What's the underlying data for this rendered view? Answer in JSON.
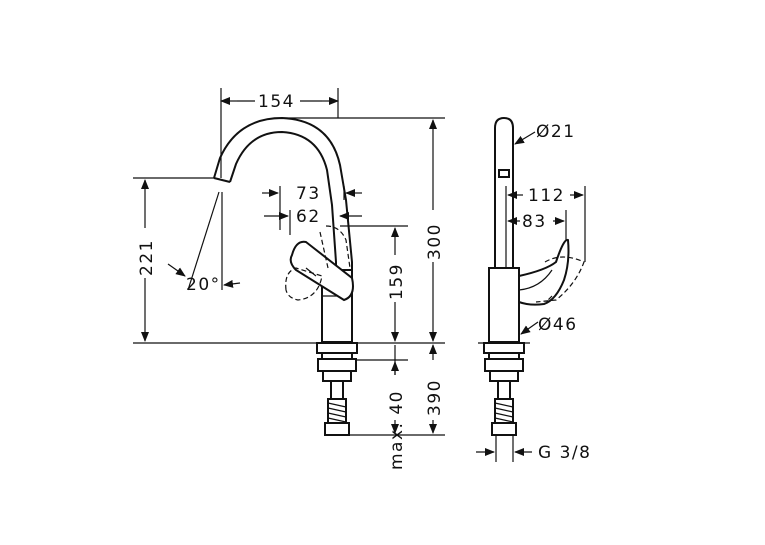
{
  "dimensions": {
    "spout_reach": "154",
    "spout_height": "221",
    "spout_angle": "20°",
    "lever_offset_73": "73",
    "lever_offset_62": "62",
    "total_height": "300",
    "handle_height": "159",
    "under_counter": "390",
    "shank_max": "max. 40",
    "spout_diameter": "Ø21",
    "lever_reach_112": "112",
    "lever_reach_83": "83",
    "body_diameter": "Ø46",
    "thread": "G 3/8"
  }
}
